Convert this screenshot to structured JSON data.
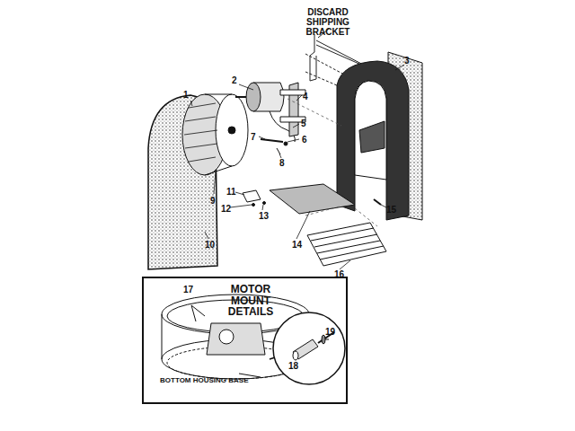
{
  "diagram": {
    "nodes": [
      {
        "text": [
          "MOTOR MOUNT DETAILS",
          "17",
          "BOTTOM HOUSING BASE"
        ]
      }
    ],
    "labels": [
      "DISCARD SHIPPING BRACKET",
      "1",
      "2",
      "3",
      "4",
      "5",
      "6",
      "7",
      "8",
      "9",
      "10",
      "11",
      "12",
      "13",
      "14",
      "15",
      "16",
      "18",
      "19"
    ]
  }
}
